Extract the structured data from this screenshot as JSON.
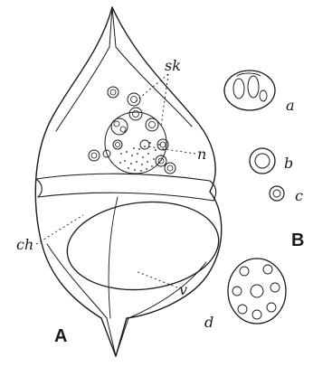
{
  "figure": {
    "labels": {
      "sk": "sk",
      "n": "n",
      "ch": "ch",
      "v": "v",
      "a": "a",
      "b": "b",
      "c": "c",
      "d": "d",
      "A": "A",
      "B": "B"
    }
  },
  "colors": {
    "ink": "#1a1a1a",
    "paper": "#ffffff"
  }
}
